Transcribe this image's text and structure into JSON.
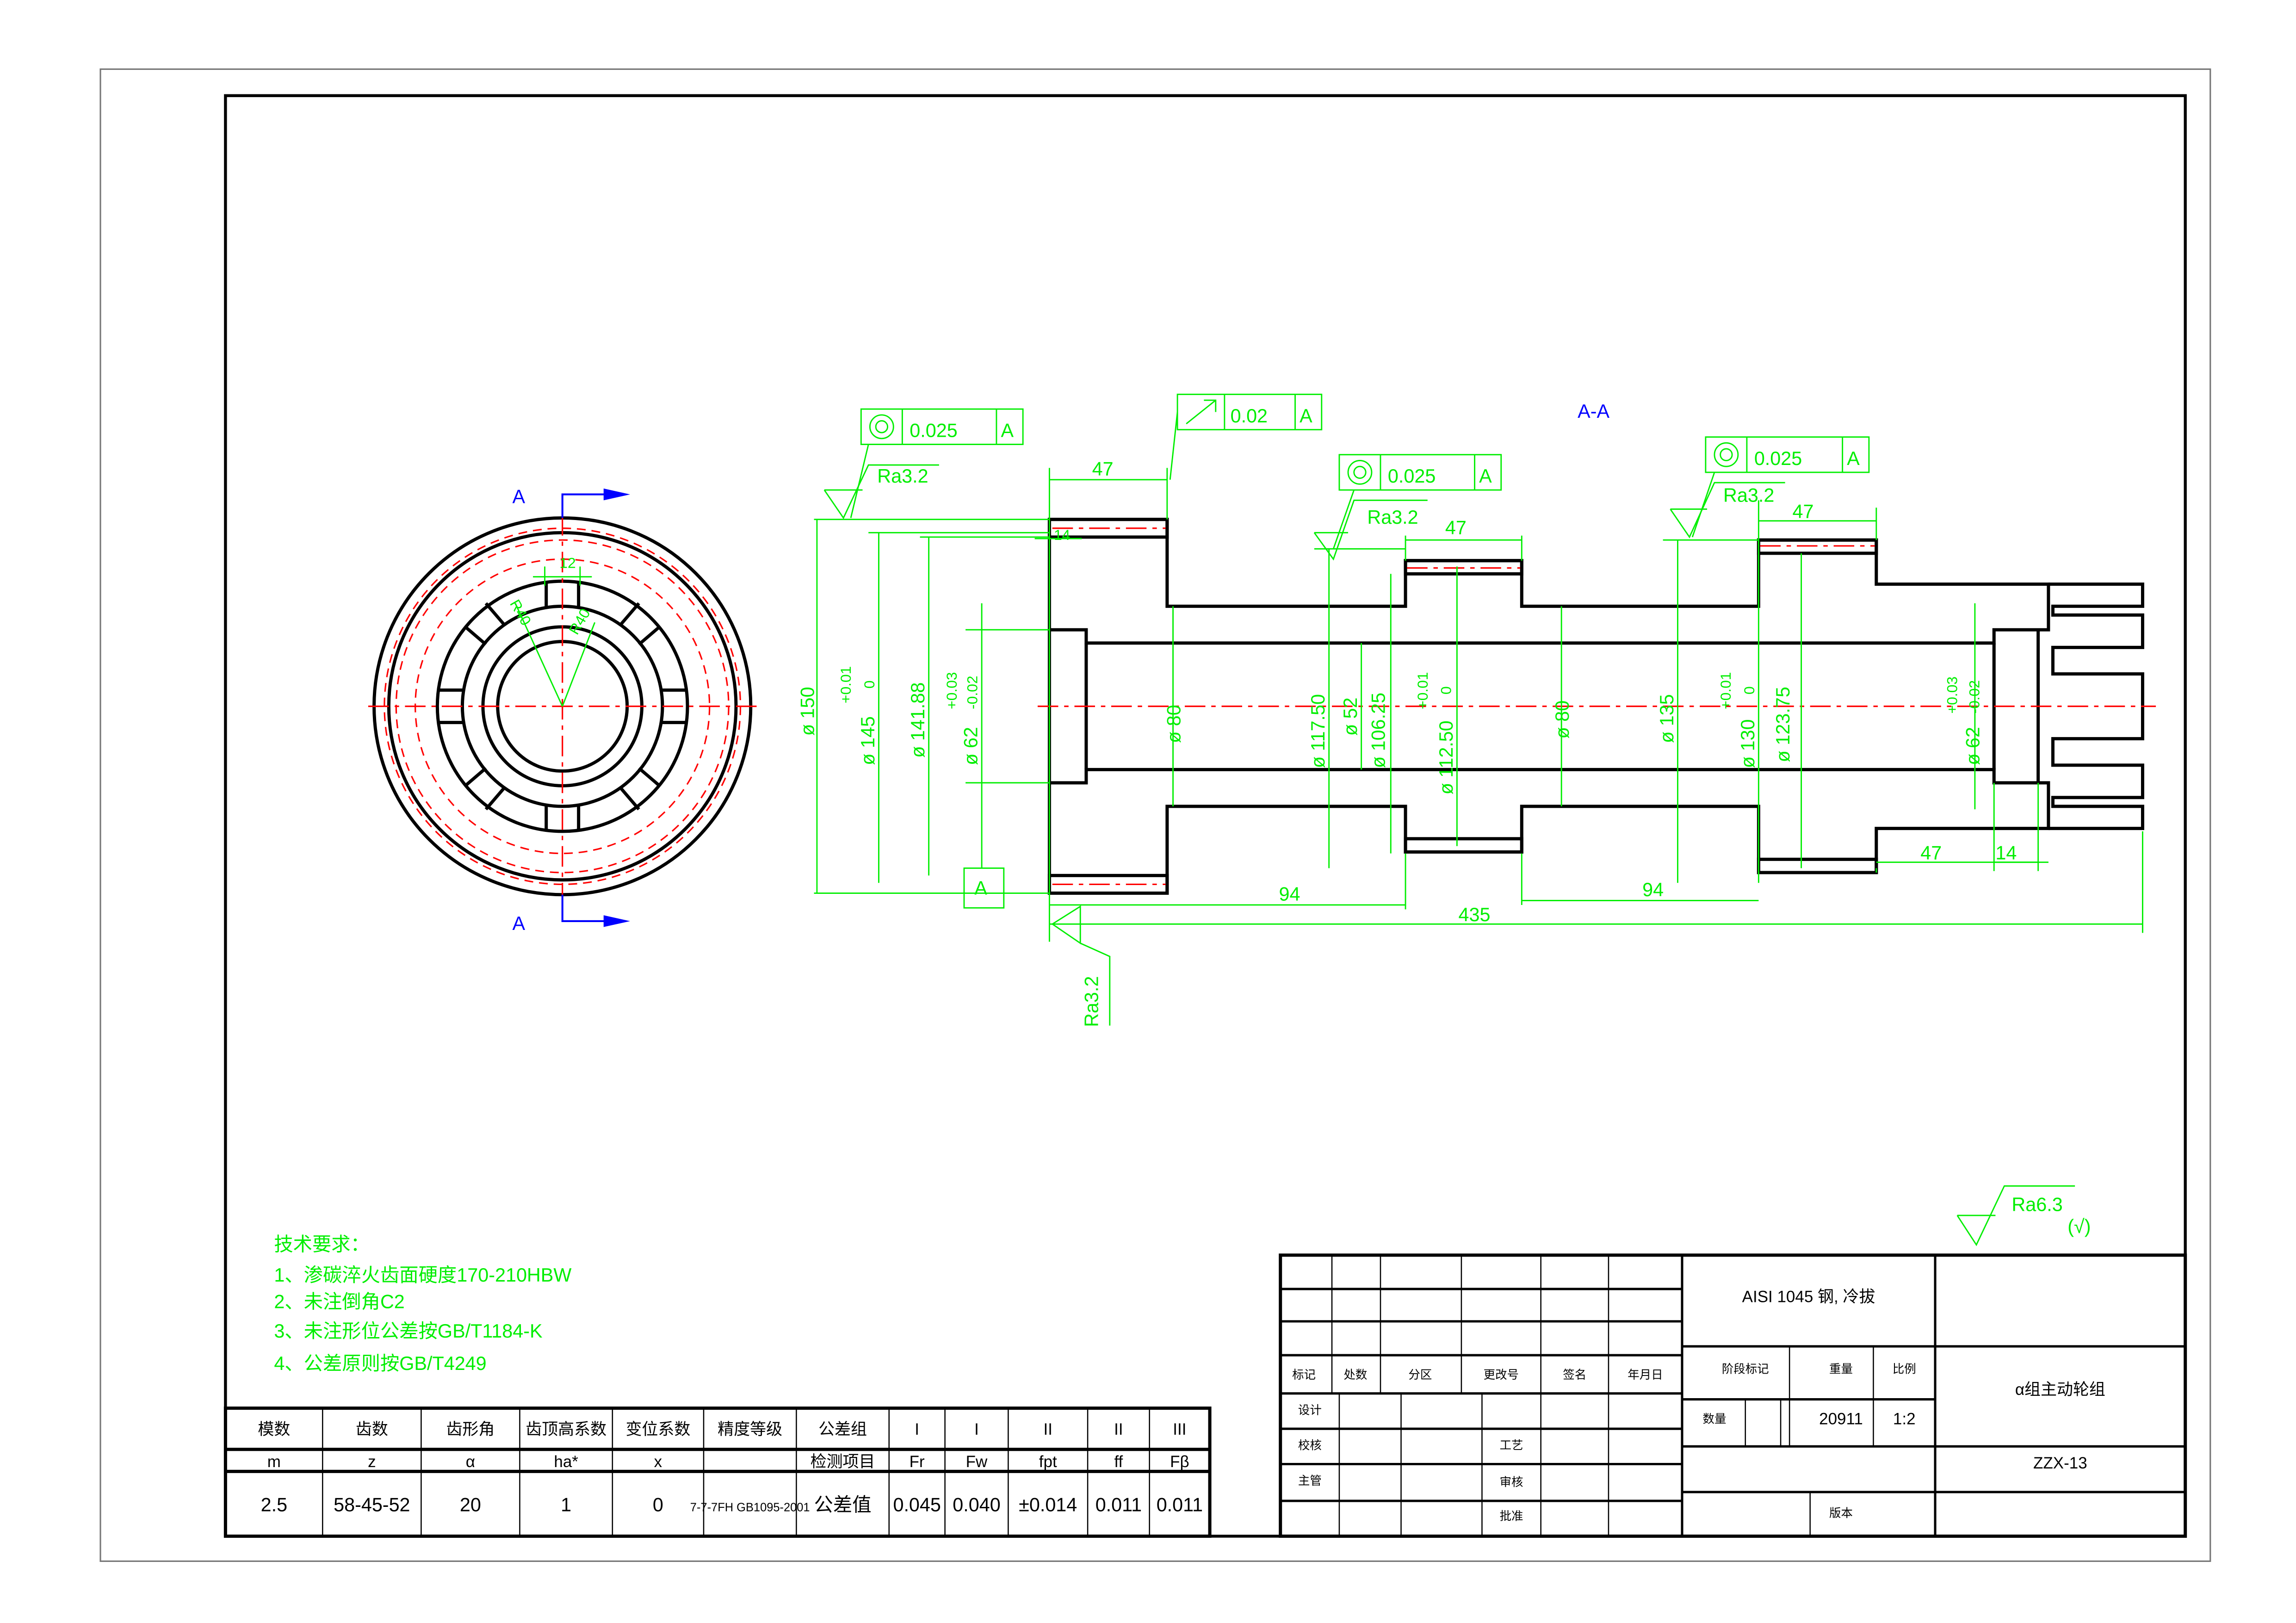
{
  "section_label": "A",
  "section_title": "A-A",
  "datum": "A",
  "colors": {
    "outline": "#000000",
    "dimension": "#00ee00",
    "centerline": "#ff0000",
    "hatch": "#0000ff"
  },
  "left_view": {
    "width_dim": "12",
    "radius_1": "R40",
    "radius_2": "R40"
  },
  "fcf": [
    {
      "symbol": "concentricity-icon",
      "value": "0.025",
      "datum": "A"
    },
    {
      "symbol": "circular-runout-icon",
      "value": "0.02",
      "datum": "A"
    },
    {
      "symbol": "concentricity-icon",
      "value": "0.025",
      "datum": "A"
    },
    {
      "symbol": "concentricity-icon",
      "value": "0.025",
      "datum": "A"
    }
  ],
  "roughness": {
    "r1": "Ra3.2",
    "r2": "Ra3.2",
    "r3": "Ra3.2",
    "r4": "Ra3.2",
    "general": "Ra6.3",
    "general_suffix": "(√)"
  },
  "dims": {
    "d150": "ø 150",
    "tol_p001_a": "+0.01",
    "tol_0_a": "0",
    "d145": "ø 145",
    "d14188": "ø 141.88",
    "tol_p003_a": "+0.03",
    "tol_m002_a": "-0.02",
    "d62_a": "ø 62",
    "d80_a": "ø 80",
    "d11750": "ø 117.50",
    "d52": "ø 52",
    "d10625": "ø 106.25",
    "tol_p001_b": "+0.01",
    "tol_0_b": "0",
    "d11250": "ø 112.50",
    "d80_b": "ø 80",
    "d135": "ø 135",
    "tol_p001_c": "+0.01",
    "tol_0_c": "0",
    "d130": "ø 130",
    "d12375": "ø 123.75",
    "tol_p003_b": "+0.03",
    "tol_m002_b": "-0.02",
    "d62_b": "ø 62",
    "l47_a": "47",
    "l14_a": "14",
    "l47_b": "47",
    "l47_c": "47",
    "l94_a": "94",
    "l94_b": "94",
    "l435": "435",
    "l47_d": "47",
    "l14_b": "14"
  },
  "tech_req": {
    "title": "技术要求：",
    "items": [
      "1、渗碳淬火齿面硬度170-210HBW",
      "2、未注倒角C2",
      "3、未注形位公差按GB/T1184-K",
      "4、公差原则按GB/T4249"
    ]
  },
  "gear_table": {
    "headers": [
      "模数",
      "齿数",
      "齿形角",
      "齿顶高系数",
      "变位系数",
      "精度等级",
      "公差组",
      "I",
      "I",
      "II",
      "II",
      "III"
    ],
    "symbols": [
      "m",
      "z",
      "α",
      "ha*",
      "x",
      "",
      "检测项目",
      "Fr",
      "Fw",
      "fpt",
      "ff",
      "Fβ"
    ],
    "values": [
      "2.5",
      "58-45-52",
      "20",
      "1",
      "0",
      "7-7-7FH GB1095-2001",
      "公差值",
      "0.045",
      "0.040",
      "±0.014",
      "0.011",
      "0.011"
    ]
  },
  "title_block": {
    "material": "AISI 1045 钢, 冷拔",
    "rev_headers": [
      "标记",
      "处数",
      "分区",
      "更改号",
      "签名",
      "年月日"
    ],
    "roles": [
      "设计",
      "校核",
      "主管"
    ],
    "roles2": [
      "工艺",
      "审核",
      "批准"
    ],
    "stage_mark": "阶段标记",
    "weight_label": "重量",
    "scale_label": "比例",
    "qty_label": "数量",
    "weight": "20911",
    "scale": "1:2",
    "part_name": "α组主动轮组",
    "drawing_no": "ZZX-13",
    "version_label": "版本"
  }
}
